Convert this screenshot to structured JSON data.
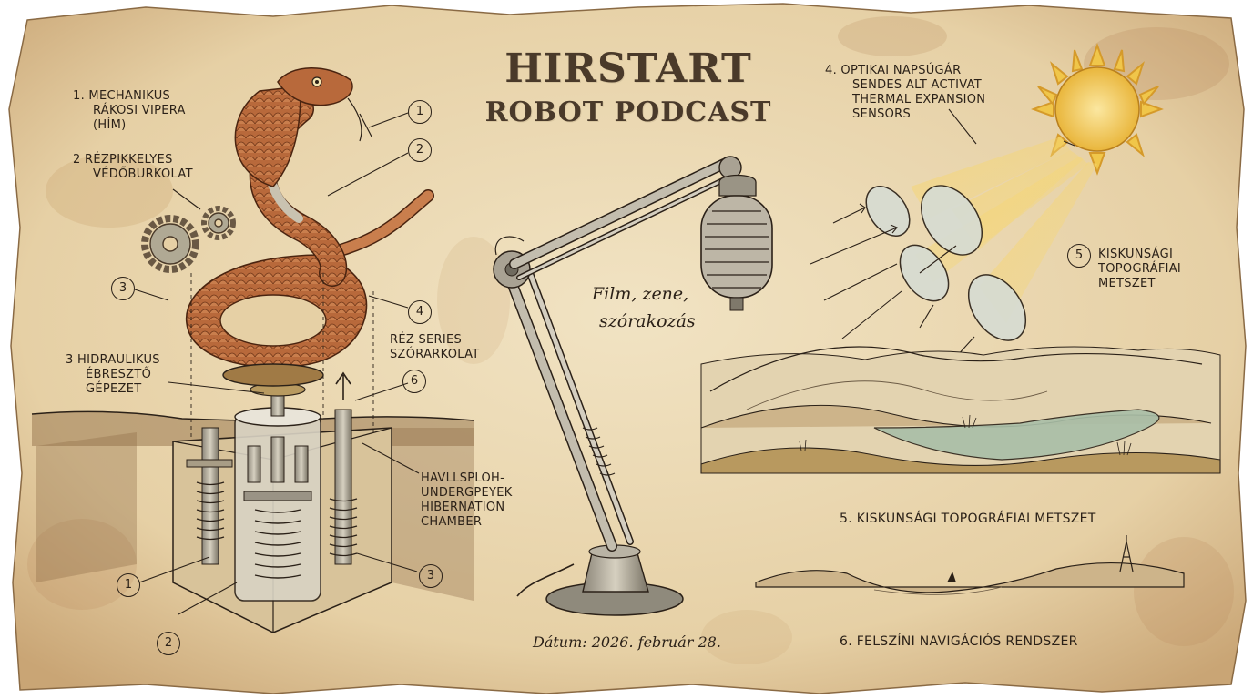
{
  "header": {
    "title_line1": "HIRSTART",
    "title_line2": "ROBOT PODCAST"
  },
  "center": {
    "tagline_line1": "Film, zene,",
    "tagline_line2": "szórakozás",
    "date": "Dátum: 2026. február 28."
  },
  "left_labels": {
    "item1_line1": "1. MECHANIKUS",
    "item1_line2": "RÁKOSI VIPERA",
    "item1_line3": "(HÍM)",
    "item2_line1": "2 RÉZPIKKELYES",
    "item2_line2": "VÉDŐBURKOLAT",
    "item3_line1": "3 HIDRAULIKUS",
    "item3_line2": "ÉBRESZTŐ",
    "item3_line3": "GÉPEZET",
    "item4_line1": "RÉZ SERIES",
    "item4_line2": "SZÓRARKOLAT",
    "chamber_line1": "HAVLLSPLOH-",
    "chamber_line2": "UNDERGPEYEK",
    "chamber_line3": "HIBERNATION",
    "chamber_line4": "CHAMBER"
  },
  "callouts": {
    "n1": "1",
    "n2": "2",
    "n3": "3",
    "n4": "4",
    "n6": "6",
    "b1": "1",
    "b2": "2",
    "b3": "3",
    "n5": "5"
  },
  "right_labels": {
    "optics_line1": "4. OPTIKAI NAPSÚGÁR",
    "optics_line2": "SENDES ALT ACTIVAT",
    "optics_line3": "THERMAL EXPANSION",
    "optics_line4": "SENSORS",
    "topo_side_line1": "KISKUNSÁGI",
    "topo_side_line2": "TOPOGRÁFIAI",
    "topo_side_line3": "METSZET",
    "topo_caption": "5. KISKUNSÁGI TOPOGRÁFIAI METSZET",
    "nav_caption": "6. FELSZÍNI NAVIGÁCIÓS RENDSZER"
  },
  "colors": {
    "paper": "#ead9b5",
    "paper_dark": "#c9a878",
    "ink": "#2b2118",
    "copper": "#b86a3c",
    "copper_dark": "#7a3f1e",
    "sun": "#f2c84b",
    "water": "#a9bfa8",
    "hills": "#cdb48a"
  }
}
